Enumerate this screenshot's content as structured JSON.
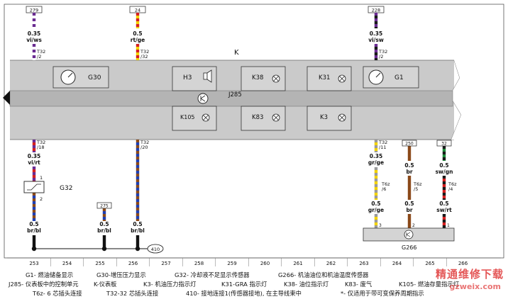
{
  "title_k": "K",
  "module_j": "J285",
  "components": {
    "g30": "G30",
    "g1": "G1",
    "h3": "H3",
    "k38": "K38",
    "k31": "K31",
    "k105": "K105",
    "k83": "K83",
    "k3": "K3",
    "g32": "G32",
    "g266": "G266"
  },
  "top_wires": [
    {
      "fuse": "279",
      "gauge": "0.35",
      "color": "vi/ws",
      "conn": "T32",
      "pin": "/2",
      "colors": [
        "#6a2c91",
        "#ffffff"
      ]
    },
    {
      "fuse": "24",
      "gauge": "0.5",
      "color": "rt/ge",
      "conn": "T32",
      "pin": "/32",
      "colors": [
        "#d42020",
        "#f2d200"
      ]
    },
    {
      "fuse": "228",
      "gauge": "0.35",
      "color": "vi/sw",
      "conn": "T32",
      "pin": "/2",
      "colors": [
        "#6a2c91",
        "#1a1a1a"
      ]
    }
  ],
  "lower_wires": [
    {
      "conn": "T32",
      "pin": "/18",
      "gauge": "0.35",
      "color": "vi/rt",
      "colors": [
        "#6a2c91",
        "#d42020"
      ]
    },
    {
      "conn": "T32",
      "pin": "/20",
      "gauge": "0.5",
      "color": "br/bl",
      "colors": [
        "#8b4a1a",
        "#1f3fb0"
      ]
    },
    {
      "conn": "T32",
      "pin": "/11",
      "gauge": "0.35",
      "color": "gr/ge",
      "colors": [
        "#9a9a9a",
        "#f2d200"
      ]
    }
  ],
  "right_wires": [
    {
      "fuse": "250",
      "gauge": "0.5",
      "color": "br",
      "conn": "T6z",
      "pin": "/5"
    },
    {
      "fuse": "32",
      "gauge": "0.5",
      "color": "sw/gn",
      "conn": "T6z",
      "pin": "/4"
    },
    {
      "conn2": "T6z",
      "pin2": "/6",
      "gauge2": "0.5",
      "color2": "gr/ge"
    },
    {
      "gauge3": "0.5",
      "color3": "sw/rt"
    }
  ],
  "g32_pins": {
    "top": "1",
    "bottom": "2"
  },
  "ground_wires": [
    {
      "gauge": "0.5",
      "color": "br/bl"
    },
    {
      "fuse": "275",
      "gauge": "0.5",
      "color": "br/bl"
    },
    {
      "gauge": "0.5",
      "color": "br/bl"
    }
  ],
  "g266_pins": [
    "3",
    "2",
    "1"
  ],
  "ground_label": "410",
  "ruler": [
    "253",
    "254",
    "255",
    "256",
    "257",
    "258",
    "259",
    "260",
    "261",
    "262",
    "263",
    "264",
    "265",
    "266"
  ],
  "legend": [
    "G1- 燃油储备显示",
    "G30-增压压力显示",
    "G32- 冷却液不足显示传感器",
    "G266- 机油油位和机油温度传感器",
    "J285- 仪表板中的控制单元",
    "K-仪表板",
    "K3- 机油压力指示灯",
    "K31-GRA 指示灯",
    "K38- 油位指示灯",
    "K83- 废气",
    "K105- 燃油存量指示灯",
    "T6z- 6 芯插头连接",
    "T32-32 芯插头连接",
    "410- 接地连接1(传感器接地), 在主导线束中",
    "*- 仅适用于带可变保养周期指示"
  ],
  "watermark": "精通维修下载",
  "watermark2": "gzweix.com",
  "colors": {
    "band": "#c9c9c9",
    "band_dark": "#a8a8a8",
    "wire_red": "#d42020",
    "wire_blue": "#1f3fb0"
  }
}
